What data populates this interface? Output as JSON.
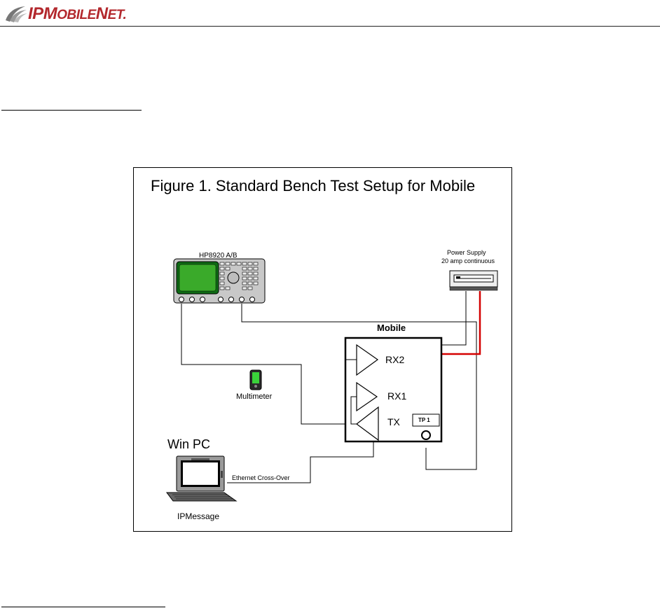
{
  "header": {
    "logo_ip": "IP",
    "logo_m": "M",
    "logo_obile": "OBILE",
    "logo_n": "N",
    "logo_et": "ET",
    "logo_tm": "."
  },
  "figure": {
    "title": "Figure 1. Standard Bench Test Setup for Mobile",
    "analyzer_label": "HP8920 A/B",
    "power_supply_line1": "Power Supply",
    "power_supply_line2": "20 amp continuous",
    "mobile_label": "Mobile",
    "rx2_label": "RX2",
    "rx1_label": "RX1",
    "tx_label": "TX",
    "tp1_label": "TP 1",
    "multimeter_label": "Multimeter",
    "pc_label": "Win PC",
    "ethernet_label": "Ethernet Cross-Over",
    "ipmessage_label": "IPMessage"
  }
}
